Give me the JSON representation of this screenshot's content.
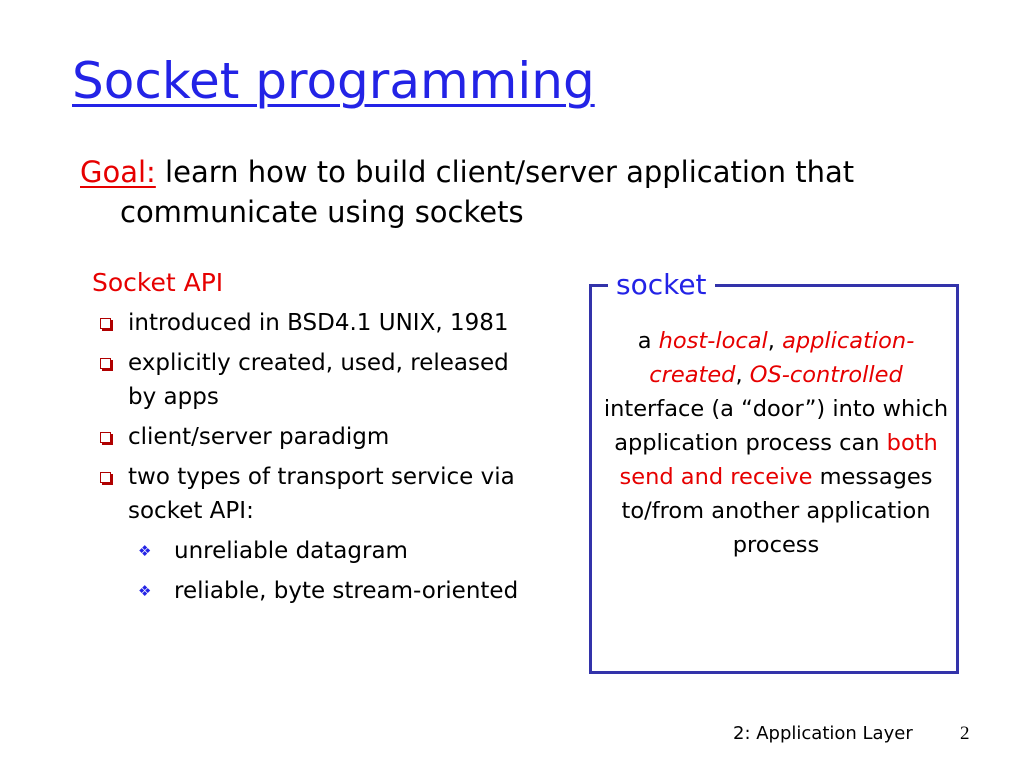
{
  "slide": {
    "title": "Socket programming",
    "goal": {
      "label": "Goal:",
      "text": " learn how to build client/server application that communicate using sockets"
    },
    "socket_api": {
      "heading": "Socket API",
      "bullets": [
        "introduced in BSD4.1 UNIX, 1981",
        "explicitly created, used, released by apps",
        "client/server paradigm",
        "two types of transport service via socket API:"
      ],
      "sub_bullets": [
        "unreliable datagram",
        "reliable, byte stream-oriented"
      ]
    },
    "socket_box": {
      "label": "socket",
      "parts": [
        "a ",
        "host-local",
        ", ",
        "application-created",
        ", ",
        "OS-controlled",
        " interface (a “door”) into which application process can ",
        "both send and receive",
        " messages to/from another application process"
      ]
    },
    "footer": {
      "text": "2: Application Layer",
      "page": "2"
    }
  },
  "colors": {
    "title": "#2323e6",
    "accent_red": "#e60000",
    "box_border": "#3333aa"
  },
  "icons": {
    "bullet": "square-bullet-icon",
    "sub_bullet": "diamond-bullet-icon"
  }
}
